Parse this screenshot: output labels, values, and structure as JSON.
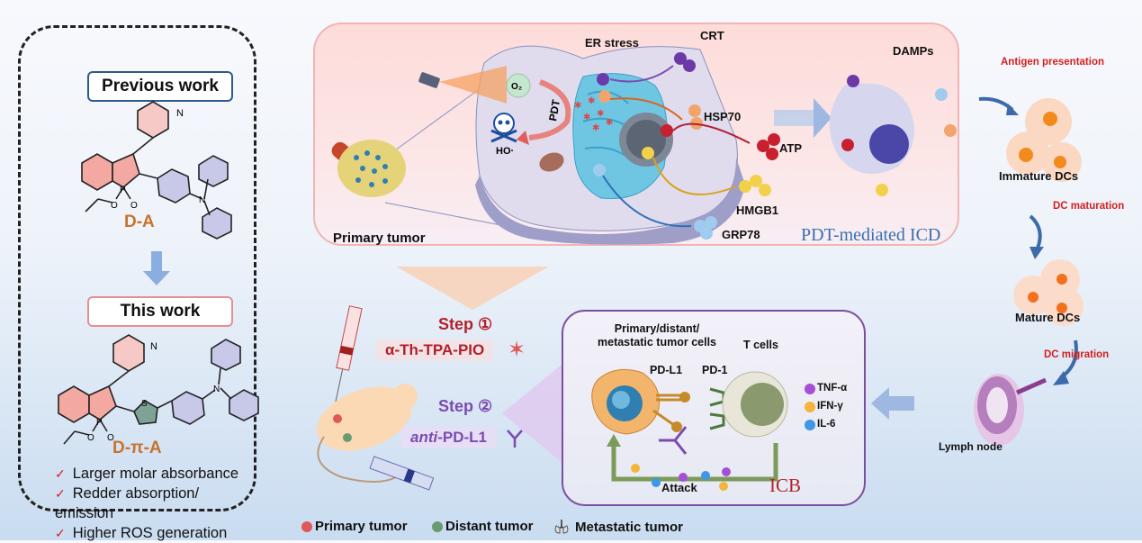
{
  "left_panel": {
    "previous_label": "Previous work",
    "previous_molecule_label": "D-A",
    "this_label": "This work",
    "this_molecule_label": "D-π-A",
    "atom_labels": {
      "N": "N",
      "P": "P",
      "O": "O",
      "S": "S"
    },
    "advantages": [
      "Larger molar absorbance",
      "Redder absorption/ emission",
      "Higher ROS generation"
    ],
    "check_glyph": "✓"
  },
  "icd_panel": {
    "title": "PDT-mediated ICD",
    "primary_tumor": "Primary tumor",
    "er_stress": "ER stress",
    "o2": "O₂",
    "pdt": "PDT",
    "hydroxyl": "HO·",
    "damps": {
      "CRT": "CRT",
      "HSP70": "HSP70",
      "ATP": "ATP",
      "HMGB1": "HMGB1",
      "GRP78": "GRP78"
    },
    "damps_label": "DAMPs"
  },
  "right_flow": {
    "antigen_presentation": "Antigen presentation",
    "immature_dcs": "Immature DCs",
    "dc_maturation": "DC maturation",
    "mature_dcs": "Mature DCs",
    "dc_migration": "DC migration",
    "lymph_node": "Lymph node"
  },
  "icb_panel": {
    "title": "ICB",
    "tumor_cells_line1": "Primary/distant/",
    "tumor_cells_line2": "metastatic tumor cells",
    "t_cells": "T cells",
    "pd_l1": "PD-L1",
    "pd_1": "PD-1",
    "attack": "Attack",
    "cytokines": [
      {
        "name": "TNF-α",
        "color": "#a64fd6"
      },
      {
        "name": "IFN-γ",
        "color": "#f3b53a"
      },
      {
        "name": "IL-6",
        "color": "#3f97e8"
      }
    ]
  },
  "steps": {
    "step1": "Step ①",
    "drug1": "α-Th-TPA-PIO",
    "step2": "Step ②",
    "drug2_italic": "anti",
    "drug2_rest": "-PD-L1"
  },
  "legend": [
    {
      "label": "Primary tumor",
      "color": "#e0585a"
    },
    {
      "label": "Distant tumor",
      "color": "#6a9a72"
    },
    {
      "label": "Metastatic tumor",
      "icon": "lungs-icon"
    }
  ],
  "colors": {
    "crt": "#6b3aa8",
    "hsp70": "#f2a56a",
    "atp": "#c8202f",
    "hmgb1": "#f2d14a",
    "grp78": "#9fcbee",
    "accent_red": "#b3202a",
    "accent_purple": "#7b4bb0",
    "brand_blue": "#3b6fb0"
  }
}
